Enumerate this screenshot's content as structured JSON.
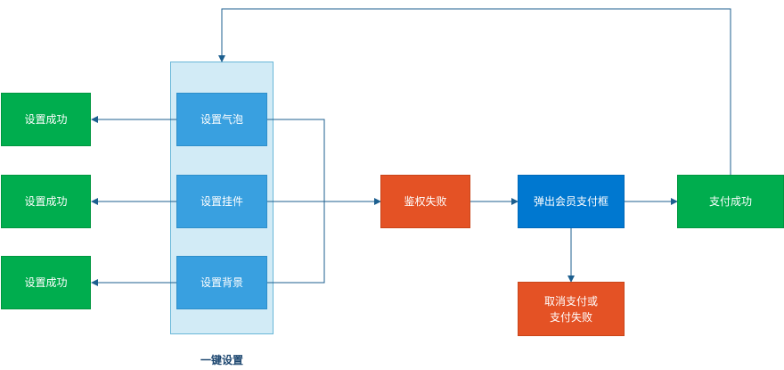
{
  "group": {
    "caption": "一键设置"
  },
  "nodes": {
    "success_1": "设置成功",
    "success_2": "设置成功",
    "success_3": "设置成功",
    "set_bubble": "设置气泡",
    "set_pendant": "设置挂件",
    "set_background": "设置背景",
    "auth_failed": "鉴权失败",
    "member_pay_dialog": "弹出会员支付框",
    "pay_success": "支付成功",
    "cancel_or_fail": "取消支付或\n支付失败"
  },
  "colors": {
    "success": "#00ad4e",
    "settings_item": "#39a0e0",
    "group_panel": "#d2ebf6",
    "failure": "#e45225",
    "dialog": "#0078d0",
    "connector": "#1d5f8f",
    "caption": "#1d4770"
  }
}
